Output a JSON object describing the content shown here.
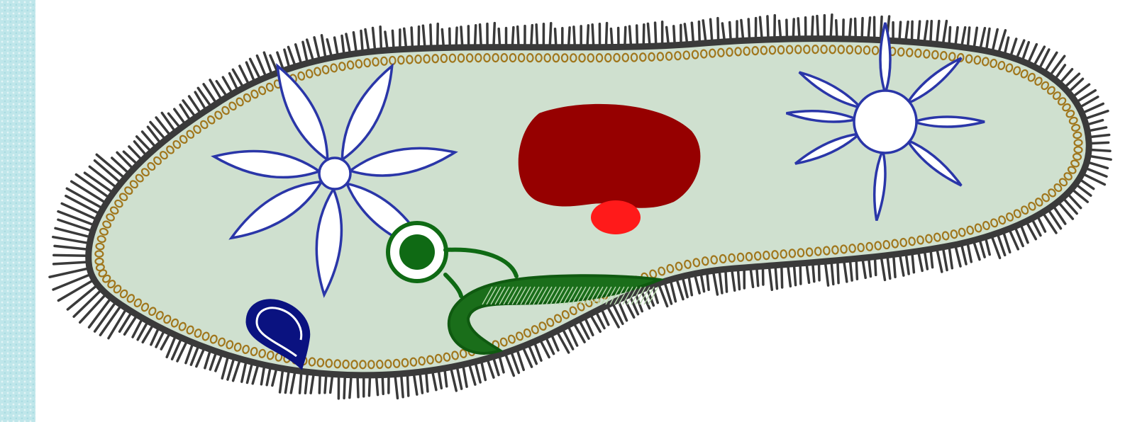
{
  "diagram": {
    "subject": "paramecium",
    "parts": [
      {
        "name": "cilia",
        "color": "#3a3a3a"
      },
      {
        "name": "pellicle",
        "color": "#3a3a3a"
      },
      {
        "name": "cytoplasm",
        "color": "#cfe0cf"
      },
      {
        "name": "trichocysts",
        "color": "#a0761c"
      },
      {
        "name": "contractile-vacuole-anterior",
        "color": "#2a36a8"
      },
      {
        "name": "contractile-vacuole-posterior",
        "color": "#2a36a8"
      },
      {
        "name": "macronucleus",
        "color": "#960000"
      },
      {
        "name": "micronucleus",
        "color": "#ff1a1a"
      },
      {
        "name": "oral-groove",
        "color": "#0f6a14"
      },
      {
        "name": "food-vacuole",
        "color": "#0f6a14"
      },
      {
        "name": "anal-pore",
        "color": "#0a1280"
      }
    ]
  }
}
